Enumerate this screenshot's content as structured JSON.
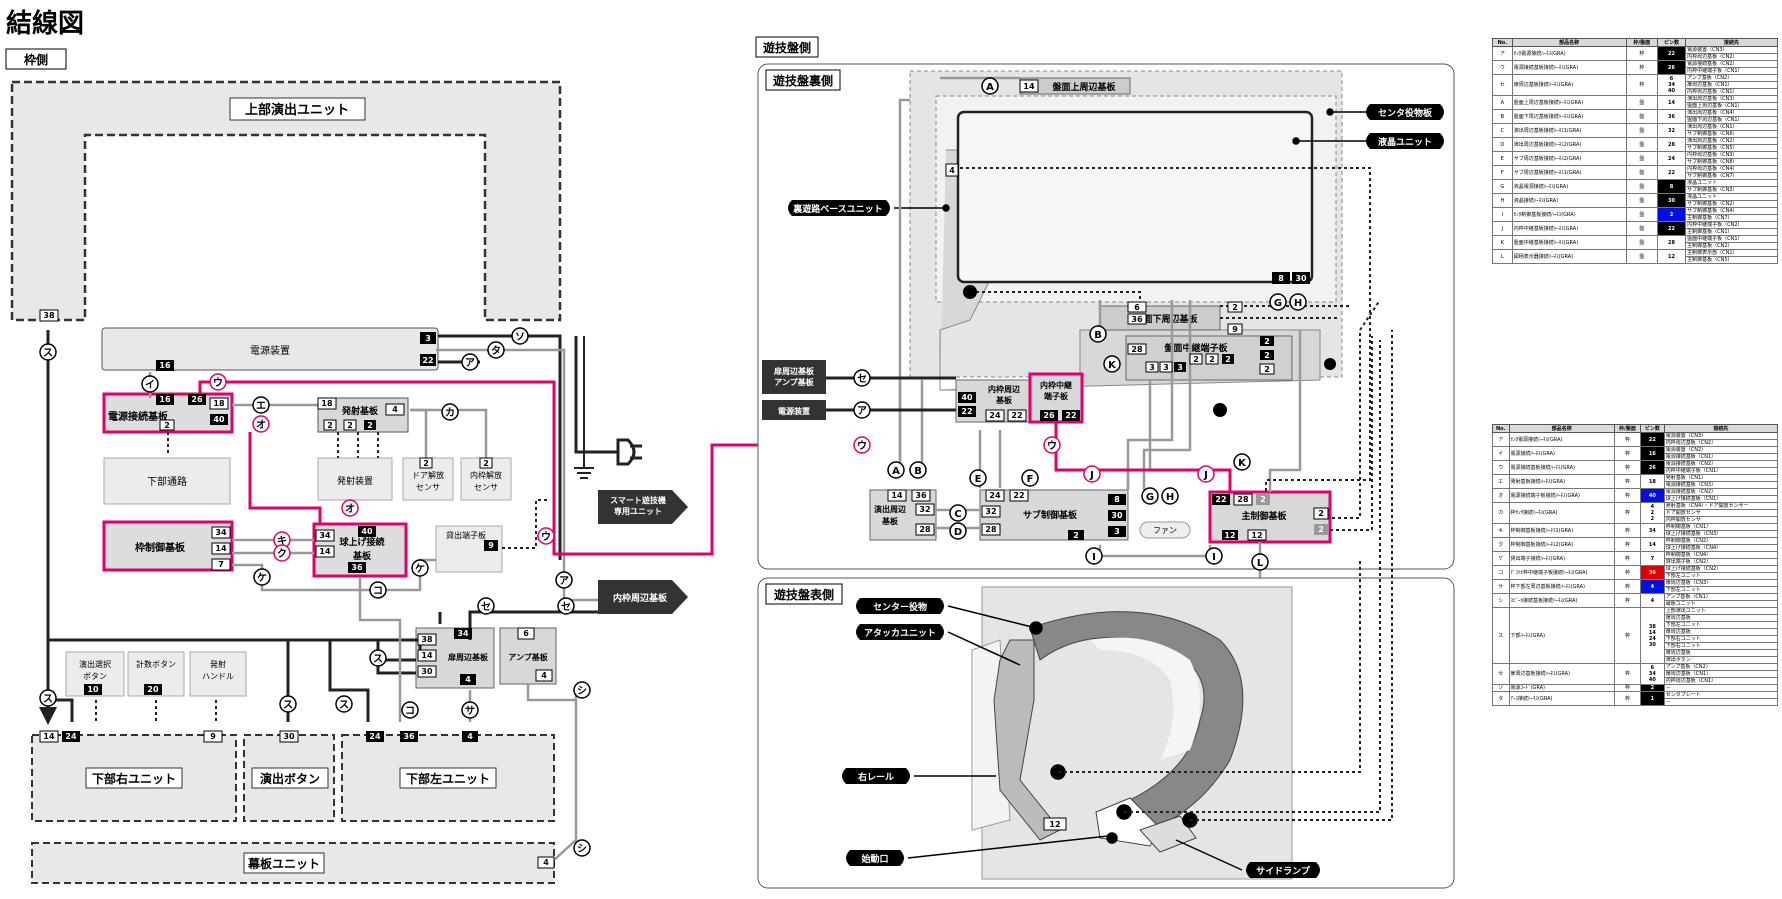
{
  "page_title": "結線図",
  "sections": {
    "frame": "枠側",
    "board_side": "遊技盤側",
    "board_back": "遊技盤裏側",
    "board_front": "遊技盤表側"
  },
  "frame_units": {
    "upper_unit": "上部演出ユニット",
    "power_device": "電源装置",
    "power_relay": "電源接続基板",
    "launch_board": "発射基板",
    "lower_path": "下部通路",
    "launch_device": "発射装置",
    "door_sensor": "ドア解放\nセンサ",
    "inner_sensor": "内枠解放\nセンサ",
    "frame_control": "枠制御基板",
    "ball_lift": "球上げ接続\n基板",
    "lend_board": "貸出端子板",
    "smart_unit": "スマート遊技機\n専用ユニット",
    "inner_periph": "内枠周辺基板",
    "select_btn": "演出選択\nボタン",
    "count_btn": "計数ボタン",
    "launch_handle": "発射\nハンドル",
    "door_periph": "扉周辺基板",
    "amp_board": "アンプ基板",
    "lower_right": "下部右ユニット",
    "effect_btn": "演出ボタン",
    "lower_left": "下部左ユニット",
    "curtain": "幕板ユニット"
  },
  "board_units": {
    "upper_periph": "盤面上周辺基板",
    "center_deco": "センタ役物板",
    "lcd_unit": "液晶ユニット",
    "base_unit": "裏遊路ベースユニット",
    "door_amp": "扉周辺基板\nアンプ基板",
    "power_dev": "電源装置",
    "inner_periph": "内枠周辺\n基板",
    "inner_relay": "内枠中継\n端子板",
    "lower_periph": "盤面下周辺基板",
    "board_relay": "盤面中継端子板",
    "effect_periph": "演出周辺\n基板",
    "sub_control": "サブ制御基板",
    "fan": "ファン",
    "main_control": "主制御基板"
  },
  "front_labels": {
    "center_deco": "センター役物",
    "attacker": "アタッカユニット",
    "right_rail": "右レール",
    "start_port": "始動口",
    "side_lamp": "サイドランプ"
  },
  "pins": [
    "38",
    "16",
    "16",
    "26",
    "18",
    "40",
    "2",
    "3",
    "22",
    "18",
    "4",
    "2",
    "2",
    "2",
    "2",
    "2",
    "34",
    "14",
    "7",
    "34",
    "14",
    "40",
    "36",
    "9",
    "14",
    "24",
    "10",
    "20",
    "9",
    "30",
    "38",
    "14",
    "30",
    "34",
    "4",
    "6",
    "4",
    "24",
    "36",
    "4",
    "4",
    "14",
    "4",
    "6",
    "2",
    "9",
    "36",
    "28",
    "3",
    "3",
    "3",
    "2",
    "2",
    "2",
    "2",
    "2",
    "2",
    "40",
    "22",
    "24",
    "22",
    "26",
    "22",
    "14",
    "36",
    "32",
    "28",
    "24",
    "22",
    "32",
    "28",
    "8",
    "30",
    "3",
    "2",
    "22",
    "28",
    "2",
    "2",
    "2",
    "12",
    "12",
    "8",
    "30"
  ],
  "tables": {
    "headers": [
      "No.",
      "部品名称",
      "枠/盤面",
      "ピン数",
      "接続先"
    ],
    "board": [
      {
        "no": "ア",
        "name": "ｾﾝﾀ電源接続ﾊｰﾈｽ(GRA)",
        "side": "枠",
        "pin": "22",
        "pc": "black",
        "dest": [
          "電源装置（CN3）",
          "内枠周辺基板（CN2）"
        ]
      },
      {
        "no": "ウ",
        "name": "電源接続基板接続ﾊｰﾈｽ(GRA)",
        "side": "枠",
        "pin": "26",
        "pc": "black",
        "dest": [
          "電源接続基板（CN2）",
          "内枠中継端子板（CN1）"
        ]
      },
      {
        "no": "セ",
        "name": "扉周辺基板接続ﾊｰﾈｽ(GRA)",
        "side": "枠",
        "pin": "6\n34\n40",
        "pc": "multi",
        "dest": [
          "アンプ基板（CN2）",
          "扉周辺基板（CN1）",
          "内枠周辺基板（CN1）"
        ]
      },
      {
        "no": "A",
        "name": "盤面上周辺基板接続ﾊｰﾈｽ(GRA)",
        "side": "盤",
        "pin": "14",
        "pc": "",
        "dest": [
          "演出周辺基板（CN3）",
          "盤面上周辺基板（CN1）"
        ]
      },
      {
        "no": "B",
        "name": "盤面下周辺基板接続ﾊｰﾈｽ(GRA)",
        "side": "盤",
        "pin": "36",
        "pc": "",
        "dest": [
          "演出周辺基板（CN4）",
          "盤面下周辺基板（CN1）"
        ]
      },
      {
        "no": "C",
        "name": "演出周辺基板接続ﾊｰﾈｽ1(GRA)",
        "side": "盤",
        "pin": "32",
        "pc": "",
        "dest": [
          "演出周辺基板（CN1）",
          "サブ制御基板（CN6）"
        ]
      },
      {
        "no": "D",
        "name": "演出周辺基板接続ﾊｰﾈｽ2(GRA)",
        "side": "盤",
        "pin": "28",
        "pc": "",
        "dest": [
          "演出周辺基板（CN2）",
          "サブ制御基板（CN5）"
        ]
      },
      {
        "no": "E",
        "name": "サブ周辺基板接続ﾊｰﾈｽ2(GRA)",
        "side": "盤",
        "pin": "24",
        "pc": "",
        "dest": [
          "内枠周辺基板（CN3）",
          "サブ制御基板（CN8）"
        ]
      },
      {
        "no": "F",
        "name": "サブ周辺基板接続ﾊｰﾈｽ1(GRA)",
        "side": "盤",
        "pin": "22",
        "pc": "",
        "dest": [
          "内枠周辺基板（CN4）",
          "サブ制御基板（CN7）"
        ]
      },
      {
        "no": "G",
        "name": "液晶電源接続ﾊｰﾈｽ(GRA)",
        "side": "盤",
        "pin": "8",
        "pc": "black",
        "dest": [
          "液晶ユニット",
          "サブ制御基板（CN3）"
        ]
      },
      {
        "no": "H",
        "name": "液晶接続ﾊｰﾈｽ(GRA)",
        "side": "盤",
        "pin": "30",
        "pc": "black",
        "dest": [
          "液晶ユニット",
          "サブ制御基板（CN2）"
        ]
      },
      {
        "no": "I",
        "name": "ｾﾝﾀ制御基板接続ﾊｰﾈｽ(GRA)",
        "side": "盤",
        "pin": "2",
        "pc": "blue",
        "dest": [
          "サブ制御基板（CN4）",
          "主制御基板（CN7）"
        ]
      },
      {
        "no": "J",
        "name": "内枠中継基板接続ﾊｰﾈｽ(GRA)",
        "side": "盤",
        "pin": "22",
        "pc": "black",
        "dest": [
          "内枠中継端子板（CN2）",
          "主制御基板（CN1）"
        ]
      },
      {
        "no": "K",
        "name": "盤面中継基板接続ﾊｰﾈｽ(GRA)",
        "side": "盤",
        "pin": "28",
        "pc": "",
        "dest": [
          "盤面中継端子板（CN1）",
          "主制御基板（CN2）"
        ]
      },
      {
        "no": "L",
        "name": "図柄表示器接続ﾊｰﾈｽ(GRA)",
        "side": "盤",
        "pin": "12",
        "pc": "",
        "dest": [
          "主制御表示部（CN1）",
          "主制御基板（CN5）"
        ]
      }
    ],
    "frame": [
      {
        "no": "ア",
        "name": "ｾﾝﾀ電源接続ﾊｰﾈｽ(GRA)",
        "side": "枠",
        "pin": "22",
        "pc": "black",
        "dest": [
          "電源装置（CN3）",
          "内枠周辺基板（CN2）"
        ]
      },
      {
        "no": "イ",
        "name": "電源接続ﾊｰﾈｽ(GRA)",
        "side": "枠",
        "pin": "16",
        "pc": "black",
        "dest": [
          "電源装置（CN2）",
          "電源接続基板（CN1）"
        ]
      },
      {
        "no": "ウ",
        "name": "電源接続基板接続ﾊｰﾈｽ(GRA)",
        "side": "枠",
        "pin": "26",
        "pc": "black",
        "dest": [
          "電源接続基板（CN2）",
          "内枠中継端子板（CN1）"
        ]
      },
      {
        "no": "エ",
        "name": "発射基板接続ﾊｰﾈｽ(GRA)",
        "side": "枠",
        "pin": "18",
        "pc": "",
        "dest": [
          "発射基板（CN1）",
          "電源接続基板（CN3）"
        ]
      },
      {
        "no": "オ",
        "name": "電源接続端子板接続ﾊｰﾈｽ(GRA)",
        "side": "枠",
        "pin": "40",
        "pc": "blue",
        "dest": [
          "電源接続基板（CN2）",
          "球上げ接続基板（CN1）"
        ]
      },
      {
        "no": "カ",
        "name": "枠ｾﾝｻ接続ﾊｰﾈｽ(GRA)",
        "side": "枠",
        "pin": "4\n2\n2",
        "pc": "",
        "dest": [
          "発射基板（CN4）・ドア開放センサー",
          "ドア開放センサ",
          "内枠開放センサ"
        ]
      },
      {
        "no": "キ",
        "name": "枠制御基板接続ﾊｰﾈｽ1(GRA)",
        "side": "枠",
        "pin": "34",
        "pc": "",
        "dest": [
          "枠制御基板（CN1）",
          "球上げ接続基板（CN3）"
        ]
      },
      {
        "no": "ク",
        "name": "枠制御基板接続ﾊｰﾈｽ2(GRA)",
        "side": "枠",
        "pin": "14",
        "pc": "",
        "dest": [
          "枠制御基板（CN2）",
          "球上げ接続基板（CN4）"
        ]
      },
      {
        "no": "ケ",
        "name": "貸出端子接続ﾊｰﾈｽ(GRA)",
        "side": "枠",
        "pin": "7",
        "pc": "",
        "dest": [
          "枠制御基板（CN4）",
          "貸出端子板（CN2）"
        ]
      },
      {
        "no": "コ",
        "name": "ﾃﾞｺﾘｾ枠中継端子板接続ﾊｰﾈｽ(GRA)",
        "side": "枠",
        "pin": "36",
        "pc": "red",
        "dest": [
          "球上げ接続基板（CN2）",
          "下部左ユニット"
        ]
      },
      {
        "no": "サ",
        "name": "枠下部左周辺基板接続ﾊｰﾈｽ(GRA)",
        "side": "枠",
        "pin": "4",
        "pc": "blue",
        "dest": [
          "扉周辺基板（CN3）",
          "下部左ユニット"
        ]
      },
      {
        "no": "シ",
        "name": "ｽﾋﾟｰｶ接続基板接続ﾊｰﾈｽ(GRA)",
        "side": "枠",
        "pin": "4",
        "pc": "",
        "dest": [
          "アンプ基板（CN1）",
          "幕板ユニット"
        ]
      },
      {
        "no": "ス",
        "name": "下部ﾊｰﾈｽ(GRA)",
        "side": "枠",
        "pin": "38\n14\n24\n30",
        "pc": "multi2",
        "dest": [
          "上部演出ユニット",
          "扉周辺基板",
          "下部左ユニット",
          "扉周辺基板",
          "下部右ユニット",
          "下部右ユニット",
          "扉周辺基板",
          "演出ボタン"
        ]
      },
      {
        "no": "セ",
        "name": "扉周辺基板接続ﾊｰﾈｽ(GRA)",
        "side": "枠",
        "pin": "6\n34\n40",
        "pc": "multi",
        "dest": [
          "アンプ基板（CN2）",
          "扉周辺基板（CN1）",
          "内枠周辺基板（CN1）"
        ]
      },
      {
        "no": "ソ",
        "name": "電源ｺｰﾄﾞ(GRA)",
        "side": "枠",
        "pin": "2",
        "pc": "black",
        "dest": [
          "－"
        ]
      },
      {
        "no": "タ",
        "name": "ｱｰｽ接続ﾊｰﾈｽ(GRA)",
        "side": "枠",
        "pin": "1",
        "pc": "black",
        "dest": [
          "センタプレート",
          "－"
        ]
      }
    ]
  }
}
